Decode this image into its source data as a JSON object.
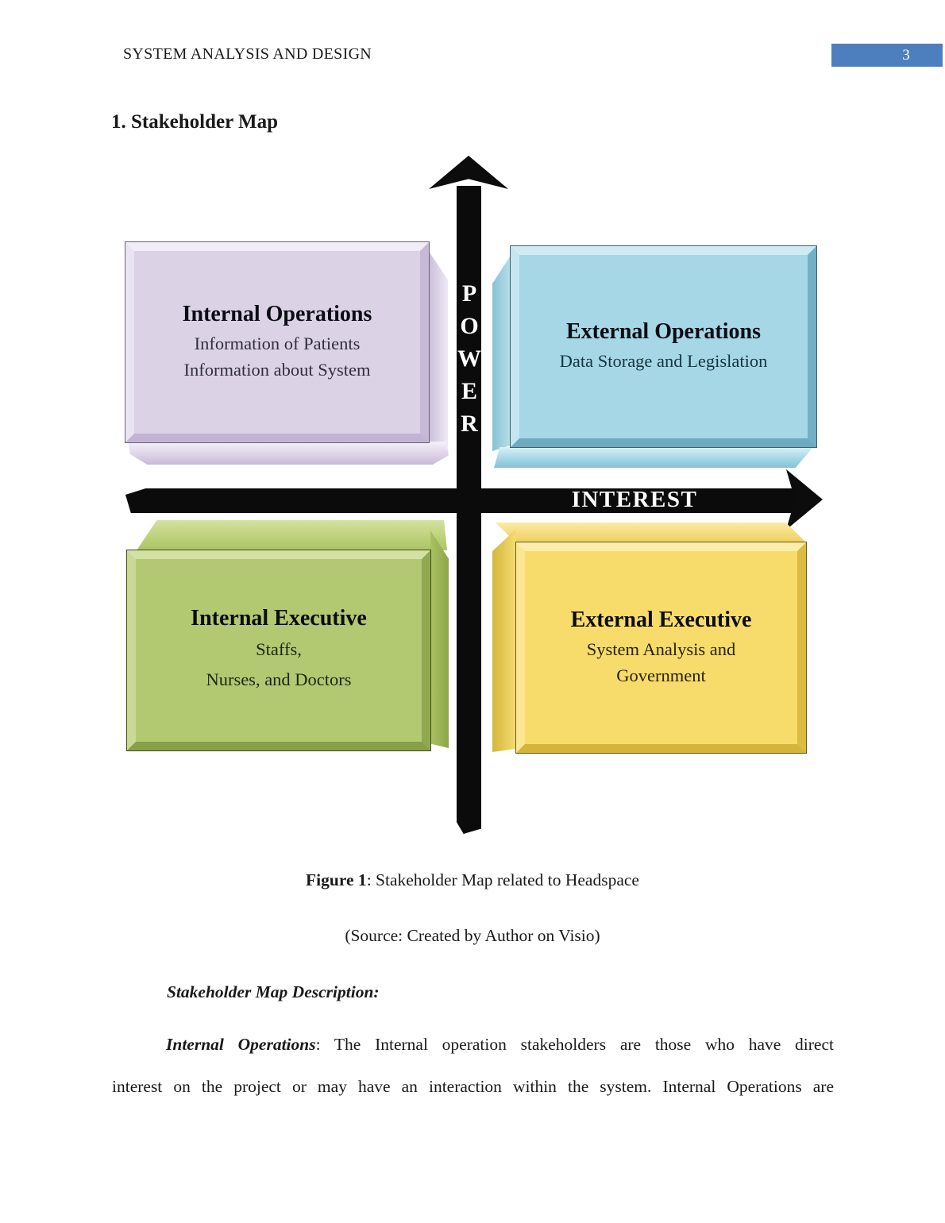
{
  "header": {
    "title": "SYSTEM ANALYSIS AND DESIGN",
    "page_number": "3",
    "page_badge_color": "#4d7ebd"
  },
  "heading": "1. Stakeholder Map",
  "diagram": {
    "y_axis_label": "POWER",
    "power_letters": [
      "P",
      "O",
      "W",
      "E",
      "R"
    ],
    "x_axis_label": "INTEREST",
    "axis_color": "#0b0b0b",
    "quadrants": [
      {
        "id": "internal-operations",
        "title": "Internal Operations",
        "lines": [
          "Information of Patients",
          "Information about System"
        ],
        "color": "#dbd2e5"
      },
      {
        "id": "external-operations",
        "title": "External Operations",
        "lines": [
          "Data Storage and Legislation"
        ],
        "color": "#a5d7e6"
      },
      {
        "id": "internal-executive",
        "title": "Internal Executive",
        "lines": [
          "Staffs,",
          "Nurses, and Doctors"
        ],
        "color": "#b2c972"
      },
      {
        "id": "external-executive",
        "title": "External Executive",
        "lines": [
          "System Analysis and",
          "Government"
        ],
        "color": "#f7dc6c"
      }
    ]
  },
  "caption": {
    "figure_label": "Figure 1",
    "figure_text": ": Stakeholder Map related to Headspace",
    "source": "(Source: Created by Author on Visio)"
  },
  "description": {
    "heading": "Stakeholder Map Description:",
    "para_lead": "Internal Operations",
    "para_line1_rest": ": The Internal operation stakeholders are those who have direct",
    "para_line2": "interest on the project or may have an interaction within the system. Internal Operations are"
  }
}
